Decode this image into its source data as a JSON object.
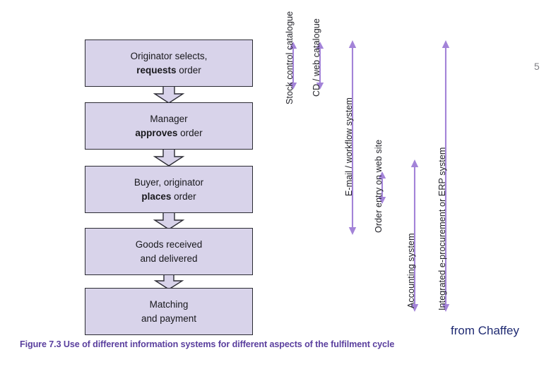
{
  "figure": {
    "caption": "Figure 7.3 Use of different information systems for different aspects of the fulfilment cycle",
    "attribution": "from Chaffey",
    "edge_mark": "5",
    "accent_purple": "#a383d8",
    "caption_purple": "#5a3f9e",
    "box_fill": "#d8d3ea",
    "box_border": "#2b2b33",
    "attribution_color": "#1f2a72",
    "background": "#ffffff"
  },
  "flow": {
    "steps": [
      {
        "id": "originator-selects",
        "line1": "Originator selects,",
        "line2_bold": "requests",
        "line2_rest": " order"
      },
      {
        "id": "manager-approves",
        "line1": "Manager",
        "line2_bold": "approves",
        "line2_rest": " order"
      },
      {
        "id": "buyer-places",
        "line1": "Buyer, originator",
        "line2_bold": "places",
        "line2_rest": " order"
      },
      {
        "id": "goods-received",
        "line1": "Goods received",
        "line2_bold": "",
        "line2_rest": "and delivered"
      },
      {
        "id": "matching-payment",
        "line1": "Matching",
        "line2_bold": "",
        "line2_rest": "and payment"
      }
    ]
  },
  "systems": [
    {
      "id": "stock-control-catalogue",
      "label": "Stock control catalogue"
    },
    {
      "id": "cd-web-catalogue",
      "label": "CD / web catalogue"
    },
    {
      "id": "email-workflow-system",
      "label": "E-mail / workflow system"
    },
    {
      "id": "order-entry-web-site",
      "label": "Order entry on web site"
    },
    {
      "id": "accounting-system",
      "label": "Accounting system"
    },
    {
      "id": "integrated-eprocurement-erp",
      "label": "Integrated e-procurement or ERP system"
    }
  ],
  "chart_data": {
    "type": "diagram",
    "title": "Use of different information systems for different aspects of the fulfilment cycle",
    "process_steps": [
      "Originator selects, requests order",
      "Manager approves order",
      "Buyer, originator places order",
      "Goods received and delivered",
      "Matching and payment"
    ],
    "system_spans": [
      {
        "system": "Stock control catalogue",
        "covers_steps": [
          1
        ]
      },
      {
        "system": "CD / web catalogue",
        "covers_steps": [
          1
        ]
      },
      {
        "system": "E-mail / workflow system",
        "covers_steps": [
          1,
          2,
          3,
          4
        ]
      },
      {
        "system": "Order entry on web site",
        "covers_steps": [
          3
        ]
      },
      {
        "system": "Accounting system",
        "covers_steps": [
          3,
          4,
          5
        ]
      },
      {
        "system": "Integrated e-procurement or ERP system",
        "covers_steps": [
          1,
          2,
          3,
          4,
          5
        ]
      }
    ]
  }
}
